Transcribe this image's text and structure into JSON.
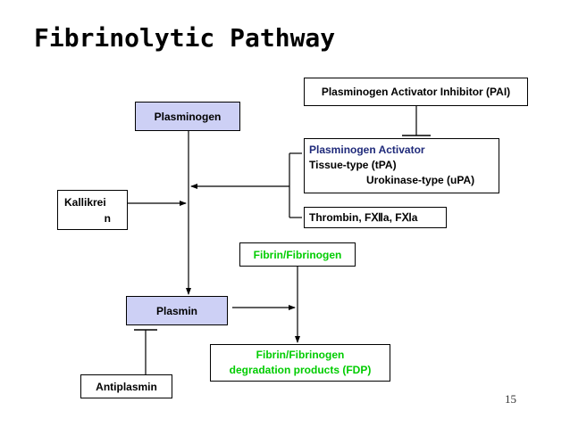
{
  "title": "Fibrinolytic Pathway",
  "nodes": {
    "pai": "Plasminogen Activator Inhibitor (PAI)",
    "plasminogen": "Plasminogen",
    "pa_title": "Plasminogen Activator",
    "pa_tissue": "Tissue-type (tPA)",
    "pa_urokinase": "Urokinase-type (uPA)",
    "kallikrein_line1": "Kallikrei",
    "kallikrein_line2": "n",
    "thrombin": "Thrombin, FⅫa, FⅪa",
    "fibrin": "Fibrin/Fibrinogen",
    "plasmin": "Plasmin",
    "fdp_line1": "Fibrin/Fibrinogen",
    "fdp_line2": "degradation products (FDP)",
    "antiplasmin": "Antiplasmin"
  },
  "page_number": "15",
  "colors": {
    "lavender_fill": "#cdd0f5",
    "green_text": "#00cc00",
    "pa_title_color": "#1f2a7a"
  }
}
